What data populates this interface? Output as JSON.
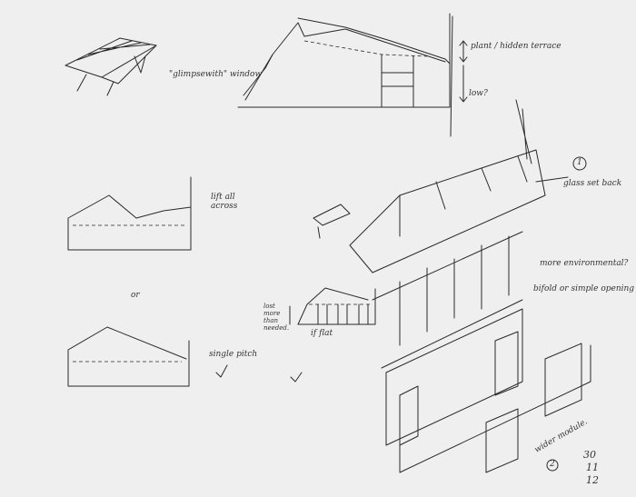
{
  "notes": {
    "glimpse_window": "\"glimpsewith\" window",
    "plant_terrace": "plant / hidden terrace",
    "low": "low?",
    "lift": "lift all across",
    "or": "or",
    "single_pitch": "single pitch",
    "lost_more": "lost more than needed.",
    "if_flat": "if flat",
    "glass_set_back": "glass set back",
    "marker_1": "1",
    "more_environmental": "more environmental?",
    "bifold": "bifold or simple opening",
    "wider_module": "wider module.",
    "marker_2": "2",
    "date_day": "30",
    "date_month": "11",
    "date_year": "12"
  }
}
